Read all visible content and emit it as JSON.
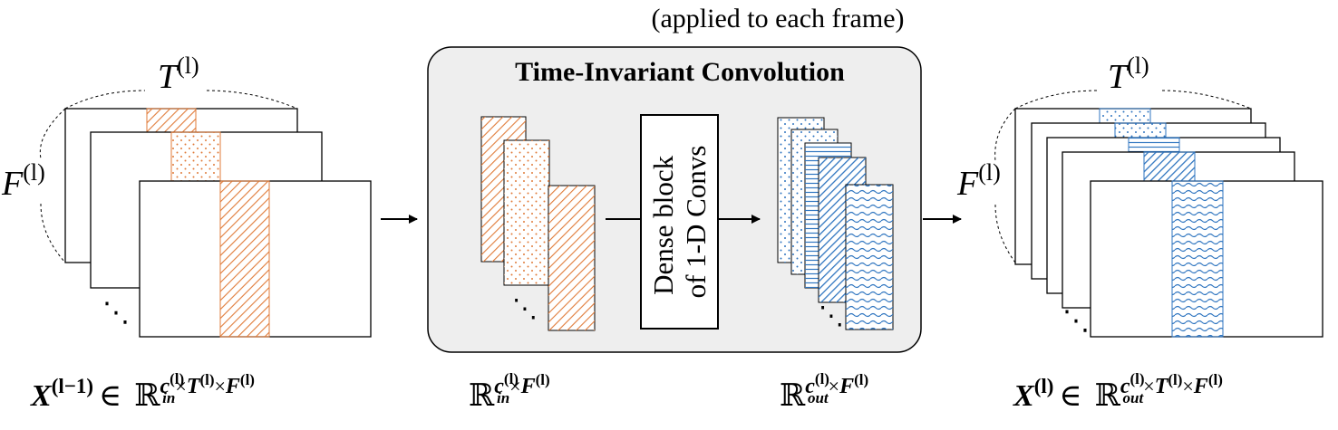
{
  "top_note": "(applied to each frame)",
  "module": {
    "title": "Time-Invariant Convolution",
    "dense_block_line1": "Dense block",
    "dense_block_line2": "of 1-D Convs"
  },
  "input": {
    "T": "T",
    "F": "F",
    "sup": "(l)",
    "caption_X": "X",
    "caption_X_sup": "(l−1)",
    "in": "∈",
    "R": "ℝ",
    "c": "c",
    "c_sup": "(l)",
    "c_sub": "in",
    "times": "×",
    "Tb": "T",
    "Fb": "F"
  },
  "middle_in": {
    "R": "ℝ",
    "c": "c",
    "c_sup": "(l)",
    "c_sub": "in",
    "times": "×",
    "Fb": "F",
    "sup": "(l)"
  },
  "middle_out": {
    "R": "ℝ",
    "c": "c",
    "c_sup": "(l)",
    "c_sub": "out",
    "times": "×",
    "Fb": "F",
    "sup": "(l)"
  },
  "output": {
    "T": "T",
    "F": "F",
    "sup": "(l)",
    "caption_X": "X",
    "caption_X_sup": "(l)",
    "in": "∈",
    "R": "ℝ",
    "c": "c",
    "c_sup": "(l)",
    "c_sub": "out",
    "times": "×",
    "Tb": "T",
    "Fb": "F"
  },
  "ellipsis": "⋱",
  "colors": {
    "orange": "#e07b39",
    "blue": "#2f75c0",
    "panel_fill": "#eeeeee",
    "stroke": "#000000"
  }
}
